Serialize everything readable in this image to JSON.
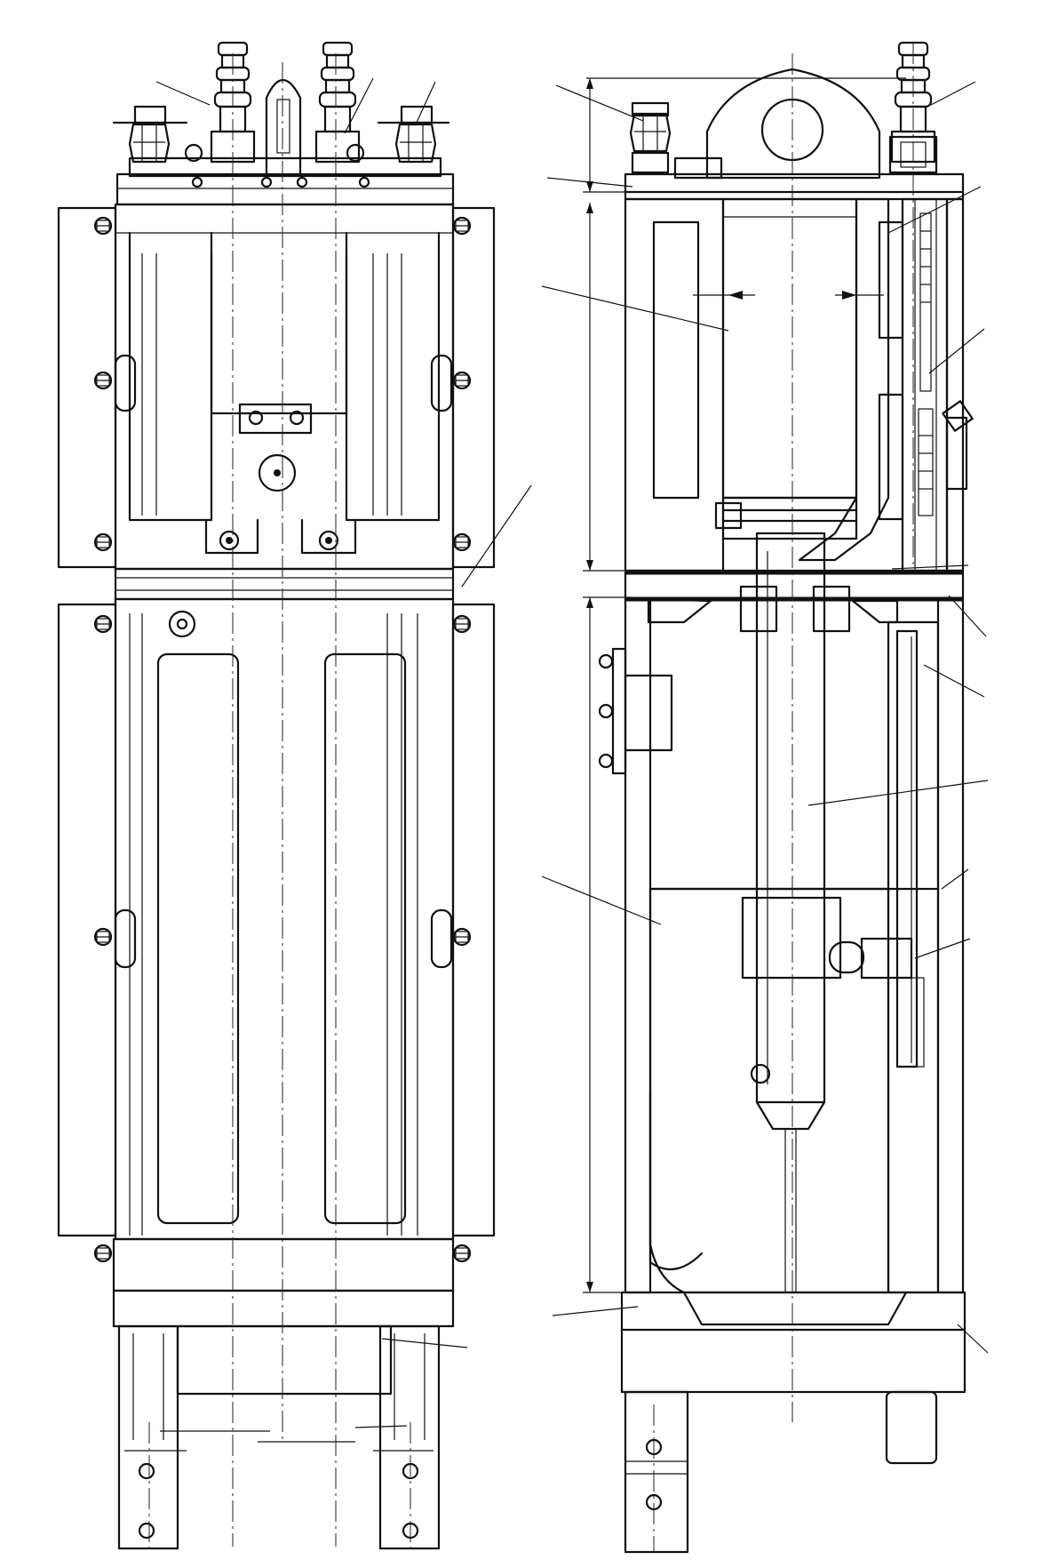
{
  "drawing": {
    "views": [
      "front-elevation",
      "longitudinal-section"
    ],
    "colors": {
      "ink": "#111111",
      "paper": "#ffffff"
    },
    "leader_count_left": 8,
    "leader_count_right": 15
  }
}
